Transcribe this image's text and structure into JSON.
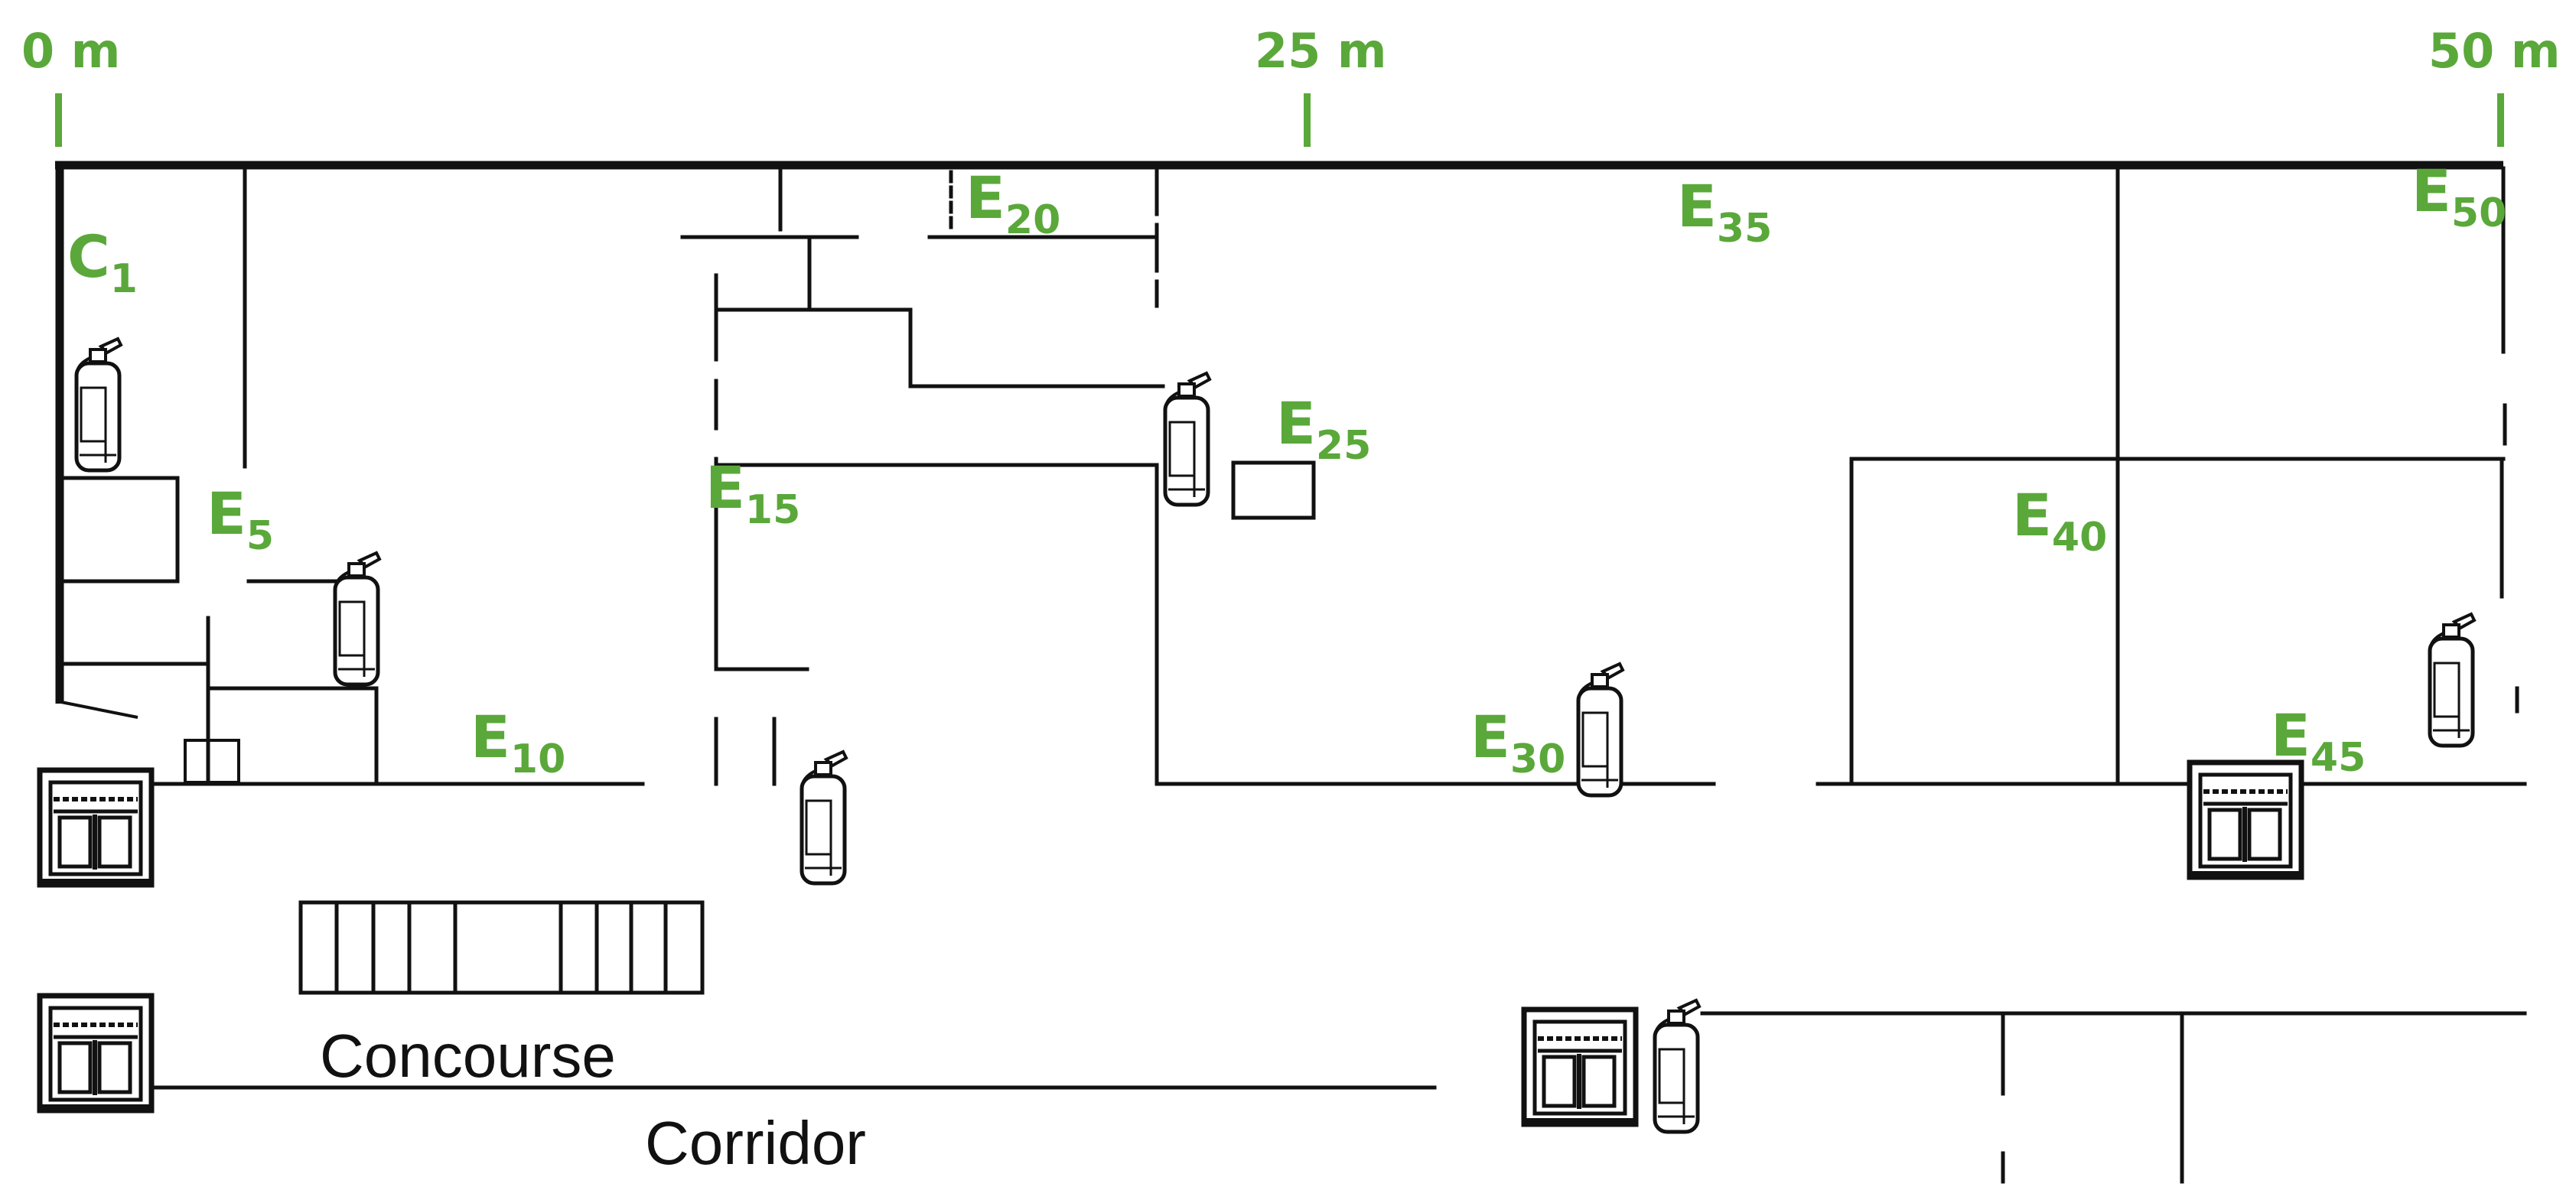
{
  "scale": {
    "marks": [
      "0 m",
      "25 m",
      "50 m"
    ],
    "color": "#5aa83a"
  },
  "markers": [
    {
      "letter": "C",
      "index": "1"
    },
    {
      "letter": "E",
      "index": "5"
    },
    {
      "letter": "E",
      "index": "10"
    },
    {
      "letter": "E",
      "index": "15"
    },
    {
      "letter": "E",
      "index": "20"
    },
    {
      "letter": "E",
      "index": "25"
    },
    {
      "letter": "E",
      "index": "30"
    },
    {
      "letter": "E",
      "index": "35"
    },
    {
      "letter": "E",
      "index": "40"
    },
    {
      "letter": "E",
      "index": "45"
    },
    {
      "letter": "E",
      "index": "50"
    }
  ],
  "areas": {
    "concourse": "Concourse",
    "corridor": "Corridor"
  },
  "icons": {
    "extinguisher": "fire-extinguisher-icon",
    "hose_cabinet": "fire-hose-cabinet-icon"
  }
}
